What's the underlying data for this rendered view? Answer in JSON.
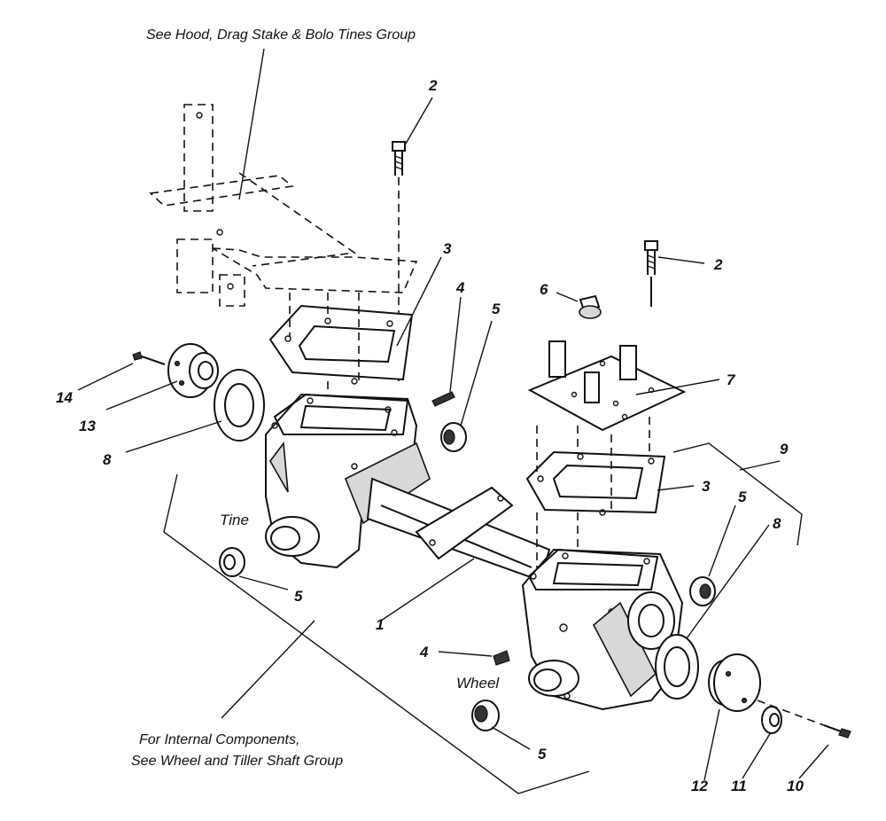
{
  "notes": {
    "top": "See Hood, Drag Stake & Bolo Tines Group",
    "bottom_line1": "For Internal Components,",
    "bottom_line2": "See Wheel  and Tiller Shaft Group"
  },
  "words": {
    "tine": "Tine",
    "wheel": "Wheel"
  },
  "callouts": {
    "c1": "1",
    "c2a": "2",
    "c2b": "2",
    "c3a": "3",
    "c3b": "3",
    "c4a": "4",
    "c4b": "4",
    "c5a": "5",
    "c5b": "5",
    "c5c": "5",
    "c5d": "5",
    "c6": "6",
    "c7": "7",
    "c8a": "8",
    "c8b": "8",
    "c9": "9",
    "c10": "10",
    "c11": "11",
    "c12": "12",
    "c13": "13",
    "c14": "14"
  }
}
